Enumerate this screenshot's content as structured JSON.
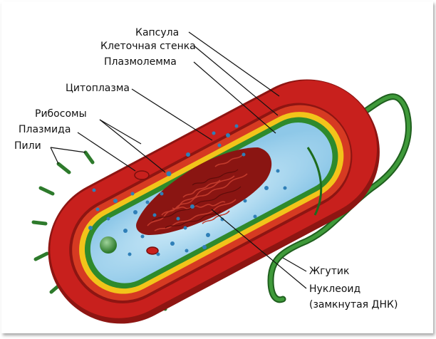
{
  "labels": {
    "capsule": "Капсула",
    "cell_wall": "Клеточная стенка",
    "plasmalemma": "Плазмолемма",
    "cytoplasm": "Цитоплазма",
    "ribosomes": "Рибосомы",
    "plasmid": "Плазмида",
    "pili": "Пили",
    "flagellum": "Жгутик",
    "nucleoid": "Нуклеоид",
    "nucleoid_note": "(замкнутая ДНК)"
  },
  "colors": {
    "capsule": "#c8201d",
    "capsule_dark": "#8e1512",
    "cell_wall": "#f2c41a",
    "plasmalemma": "#2e8a2c",
    "cytoplasm": "#a6d6ef",
    "nucleoid": "#8a1512",
    "pili": "#2d7a2b",
    "ribosome": "#2f7fb8"
  }
}
